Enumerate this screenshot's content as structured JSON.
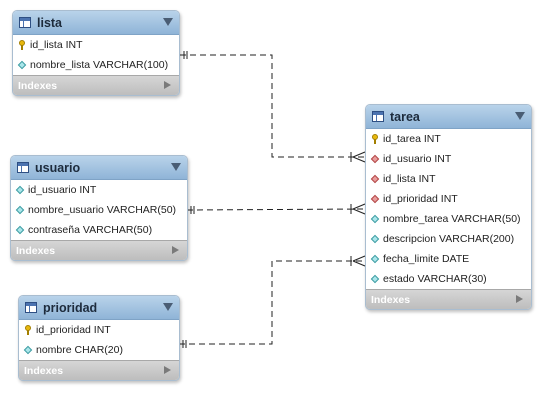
{
  "entities": {
    "lista": {
      "name": "lista",
      "columns": [
        {
          "icon": "primary-key-icon",
          "label": "id_lista INT"
        },
        {
          "icon": "column-diamond-icon",
          "label": "nombre_lista VARCHAR(100)"
        }
      ],
      "indexes_label": "Indexes"
    },
    "usuario": {
      "name": "usuario",
      "columns": [
        {
          "icon": "column-diamond-icon",
          "label": "id_usuario INT"
        },
        {
          "icon": "column-diamond-icon",
          "label": "nombre_usuario VARCHAR(50)"
        },
        {
          "icon": "column-diamond-icon",
          "label": "contraseña VARCHAR(50)"
        }
      ],
      "indexes_label": "Indexes"
    },
    "prioridad": {
      "name": "prioridad",
      "columns": [
        {
          "icon": "primary-key-icon",
          "label": "id_prioridad INT"
        },
        {
          "icon": "column-diamond-icon",
          "label": "nombre CHAR(20)"
        }
      ],
      "indexes_label": "Indexes"
    },
    "tarea": {
      "name": "tarea",
      "columns": [
        {
          "icon": "primary-key-icon",
          "label": "id_tarea INT"
        },
        {
          "icon": "foreign-key-icon",
          "label": "id_usuario INT"
        },
        {
          "icon": "foreign-key-icon",
          "label": "id_lista INT"
        },
        {
          "icon": "foreign-key-icon",
          "label": "id_prioridad INT"
        },
        {
          "icon": "column-diamond-icon",
          "label": "nombre_tarea VARCHAR(50)"
        },
        {
          "icon": "column-diamond-icon",
          "label": "descripcion VARCHAR(200)"
        },
        {
          "icon": "column-diamond-icon",
          "label": "fecha_limite DATE"
        },
        {
          "icon": "column-diamond-icon",
          "label": "estado VARCHAR(30)"
        }
      ],
      "indexes_label": "Indexes"
    }
  },
  "relationships": [
    {
      "from": "lista",
      "to": "tarea",
      "type": "one-to-many"
    },
    {
      "from": "usuario",
      "to": "tarea",
      "type": "one-to-many"
    },
    {
      "from": "prioridad",
      "to": "tarea",
      "type": "one-to-many"
    }
  ],
  "colors": {
    "header": "#a7c6e3",
    "header_border": "#7fa3c6",
    "indexes_bar": "#c8c8c8",
    "primary_key": "#e8b80e",
    "foreign_key": "#e99b9b",
    "column": "#a9e6ea",
    "connector": "#222222"
  }
}
